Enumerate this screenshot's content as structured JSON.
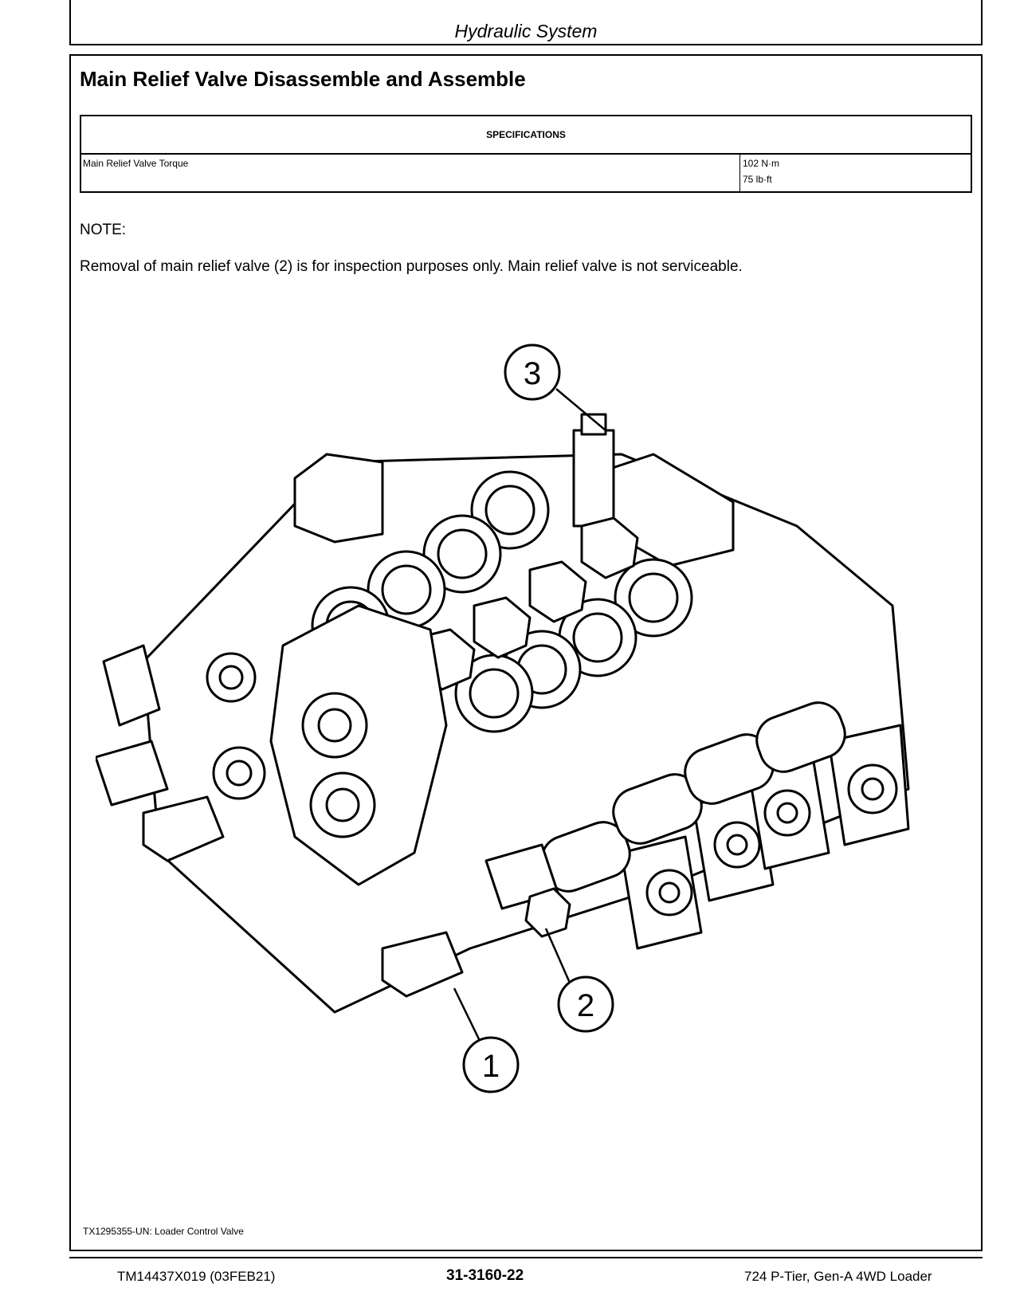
{
  "header": {
    "section": "Hydraulic System"
  },
  "title": "Main Relief Valve Disassemble and Assemble",
  "specifications": {
    "heading": "SPECIFICATIONS",
    "rows": [
      {
        "label": "Main Relief Valve Torque",
        "value_metric": "102 N·m",
        "value_imperial": "75 lb·ft"
      }
    ]
  },
  "note": {
    "label": "NOTE:",
    "text": "Removal of main relief valve (2) is for inspection purposes only. Main relief valve is not serviceable."
  },
  "figure": {
    "callouts": [
      "1",
      "2",
      "3"
    ],
    "caption": "TX1295355-UN: Loader Control Valve"
  },
  "footer": {
    "doc_id": "TM14437X019 (03FEB21)",
    "page_number": "31-3160-22",
    "model": "724 P-Tier, Gen-A 4WD Loader"
  }
}
